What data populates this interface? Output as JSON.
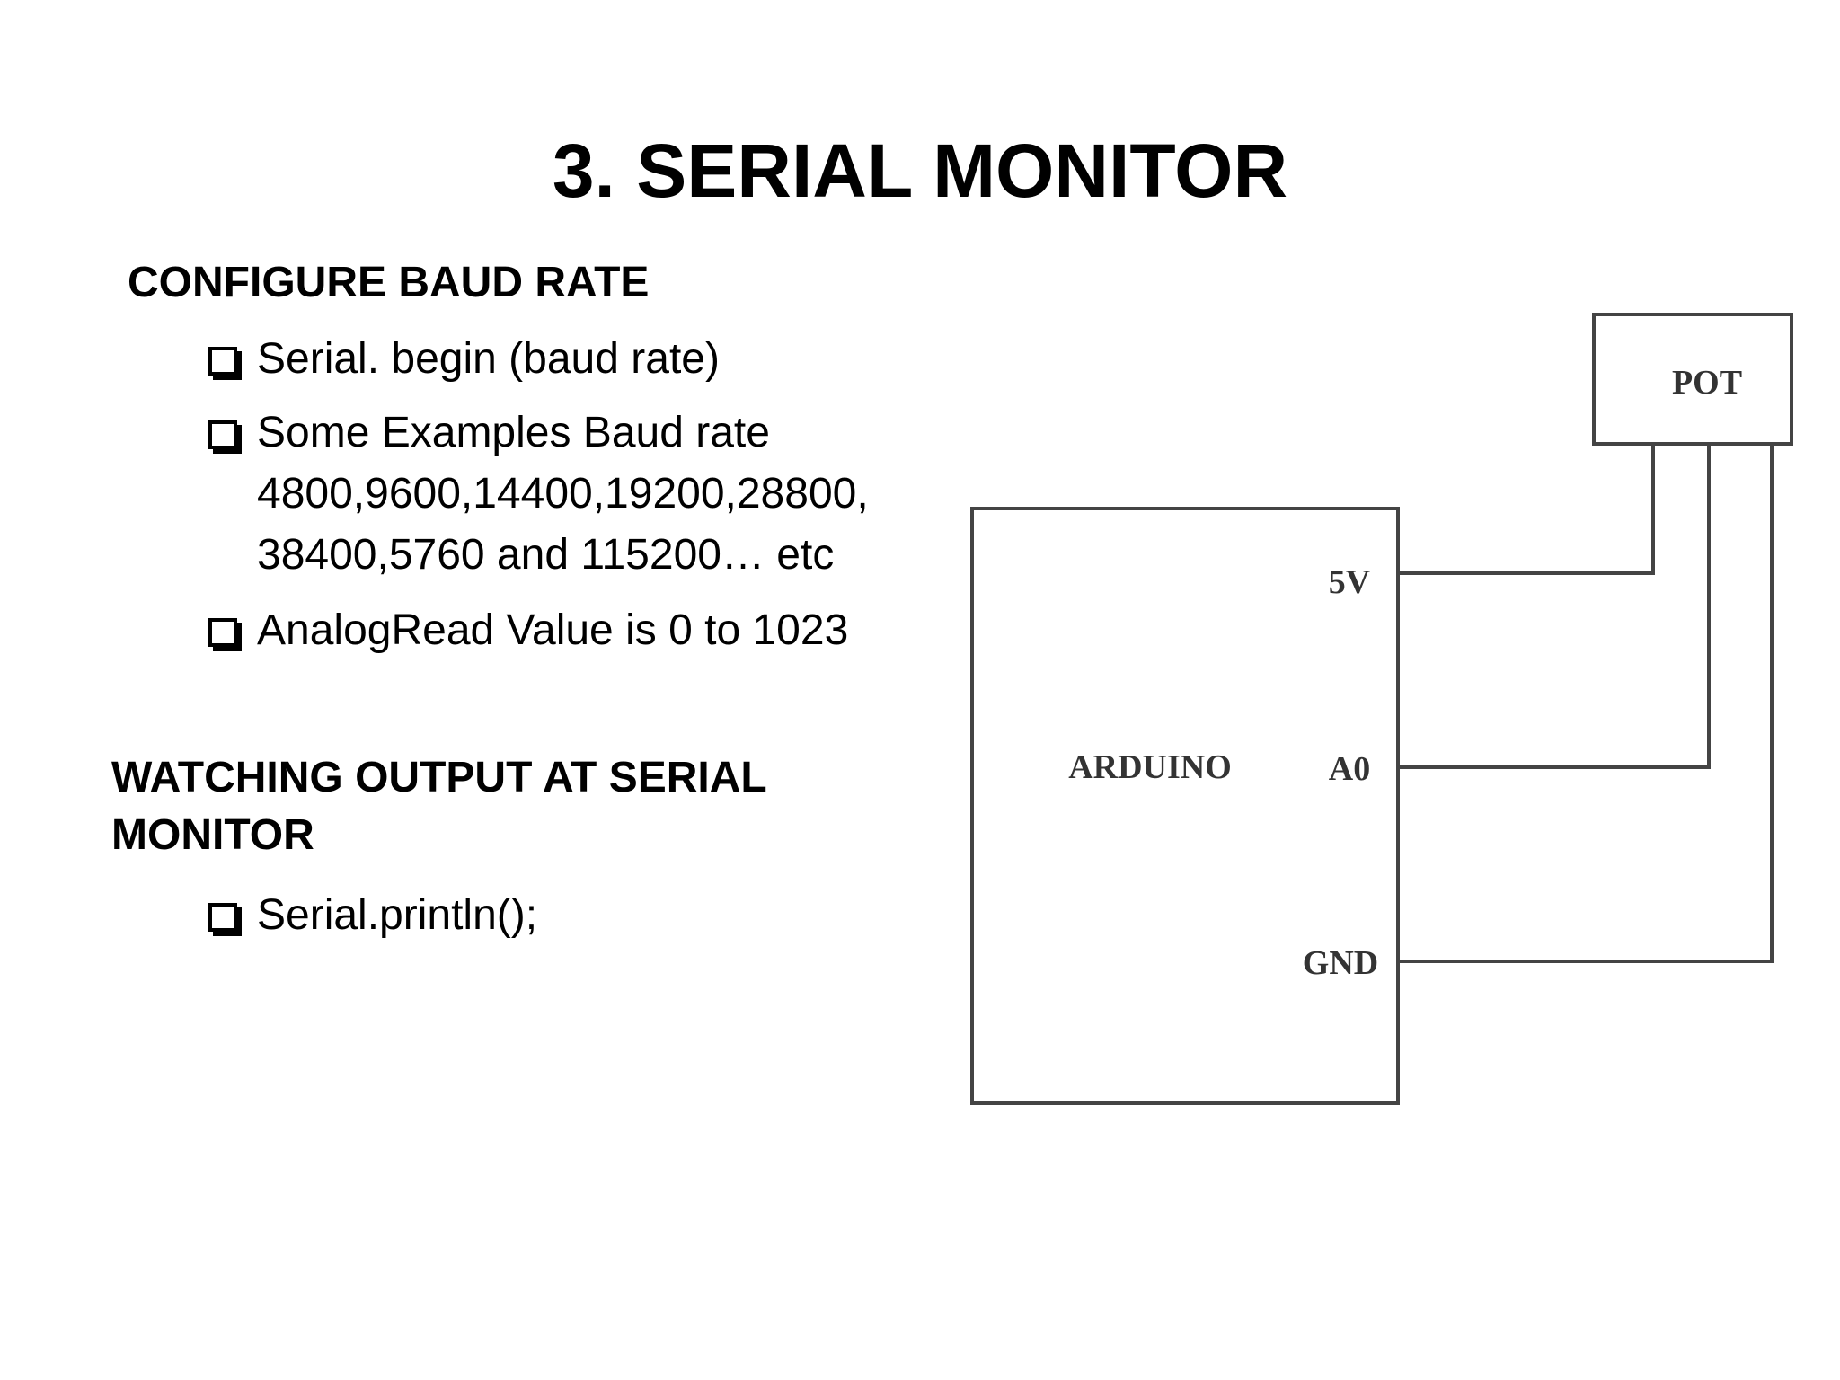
{
  "slide": {
    "title": "3. SERIAL MONITOR"
  },
  "section1": {
    "heading": "CONFIGURE BAUD RATE",
    "bullets": [
      {
        "lines": [
          "Serial. begin (baud rate)"
        ]
      },
      {
        "lines": [
          "Some Examples Baud rate",
          "4800,9600,14400,19200,28800,",
          "38400,5760 and 115200… etc"
        ]
      },
      {
        "lines": [
          "AnalogRead Value is 0 to 1023"
        ]
      }
    ]
  },
  "section2": {
    "heading_lines": [
      "WATCHING OUTPUT AT SERIAL",
      "MONITOR"
    ],
    "bullets": [
      {
        "lines": [
          "Serial.println();"
        ]
      }
    ]
  },
  "diagram": {
    "pot_label": "POT",
    "arduino_label": "ARDUINO",
    "pins": {
      "v5": "5V",
      "a0": "A0",
      "gnd": "GND"
    }
  }
}
